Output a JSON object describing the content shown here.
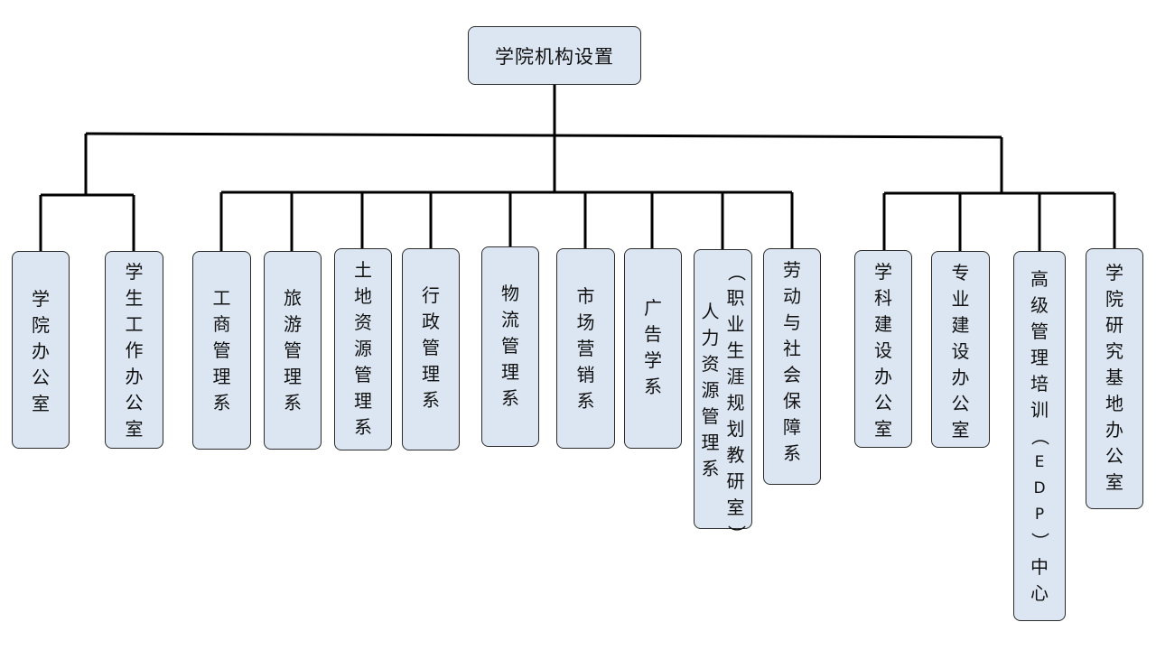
{
  "root": {
    "label": "学院机构设置"
  },
  "nodes": [
    {
      "id": "n1",
      "label": "学院办公室"
    },
    {
      "id": "n2",
      "label": "学生工作办公室"
    },
    {
      "id": "n3",
      "label": "工商管理系"
    },
    {
      "id": "n4",
      "label": "旅游管理系"
    },
    {
      "id": "n5",
      "label": "土地资源管理系"
    },
    {
      "id": "n6",
      "label": "行政管理系"
    },
    {
      "id": "n7",
      "label": "物流管理系"
    },
    {
      "id": "n8",
      "label": "市场营销系"
    },
    {
      "id": "n9",
      "label": "广告学系"
    },
    {
      "id": "n10",
      "label": "人力资源管理系",
      "label_line2": "（职业生涯规划教研室）"
    },
    {
      "id": "n11",
      "label": "劳动与社会保障系"
    },
    {
      "id": "n12",
      "label": "学科建设办公室"
    },
    {
      "id": "n13",
      "label": "专业建设办公室"
    },
    {
      "id": "n14",
      "label": "高级管理培训（EDP）中心"
    },
    {
      "id": "n15",
      "label": "学院研究基地办公室"
    }
  ],
  "colors": {
    "box_fill": "#dce6f2",
    "box_border": "#2b2b2b",
    "connector": "#000000"
  }
}
